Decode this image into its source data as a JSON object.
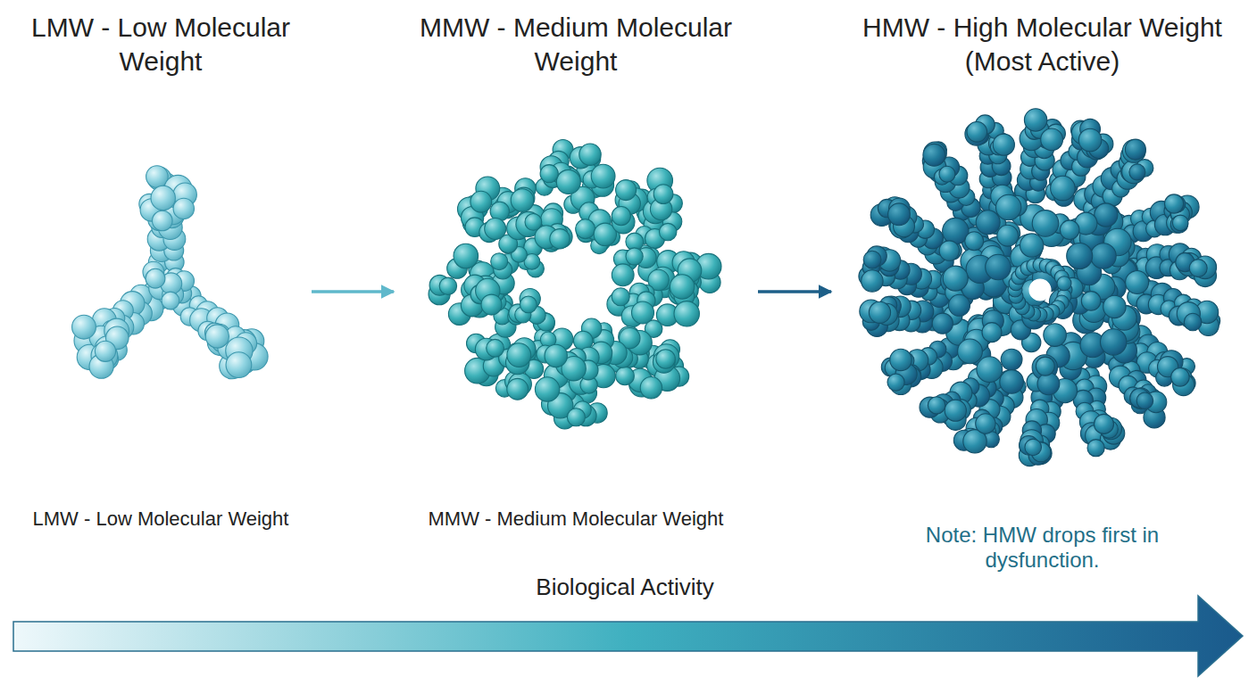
{
  "diagram": {
    "nodes": [
      {
        "text": [
          "LMW - Low Molecular Weight",
          "LMW - Low Molecular Weight"
        ]
      },
      {
        "text": [
          "MMW - Medium Molecular Weight",
          "MMW - Medium Molecular Weight"
        ]
      },
      {
        "text": [
          "HMW - High Molecular Weight (Most Active)",
          "Note: HMW drops first in dysfunction."
        ]
      }
    ],
    "edges": [
      {
        "from": 0,
        "to": 1,
        "arrow": "to"
      },
      {
        "from": 1,
        "to": 2,
        "arrow": "to"
      }
    ],
    "labels": [
      "Biological Activity"
    ]
  }
}
